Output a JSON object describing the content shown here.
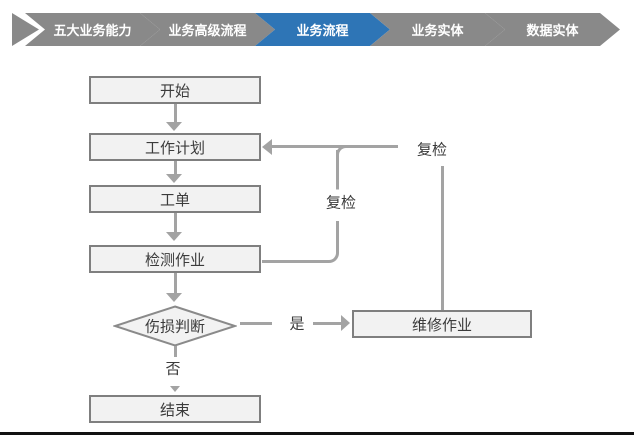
{
  "breadcrumb": {
    "steps": [
      {
        "label": "五大业务能力",
        "active": false
      },
      {
        "label": "业务高级流程",
        "active": false
      },
      {
        "label": "业务流程",
        "active": true
      },
      {
        "label": "业务实体",
        "active": false
      },
      {
        "label": "数据实体",
        "active": false
      }
    ]
  },
  "flowchart": {
    "nodes": {
      "start": "开始",
      "plan": "工作计划",
      "order": "工单",
      "inspect": "检测作业",
      "decision": "伤损判断",
      "repair": "维修作业",
      "end": "结束"
    },
    "edge_labels": {
      "recheck_inner": "复检",
      "recheck_outer": "复检",
      "yes": "是",
      "no": "否"
    }
  },
  "colors": {
    "chevron_gray": "#898989",
    "chevron_active_blue": "#2e75b6",
    "node_fill": "#f2f2f2",
    "node_border": "#7f7f7f",
    "connector_gray": "#a3a3a3",
    "text_dark": "#3b3b3b",
    "bottom_rule": "#111111"
  }
}
